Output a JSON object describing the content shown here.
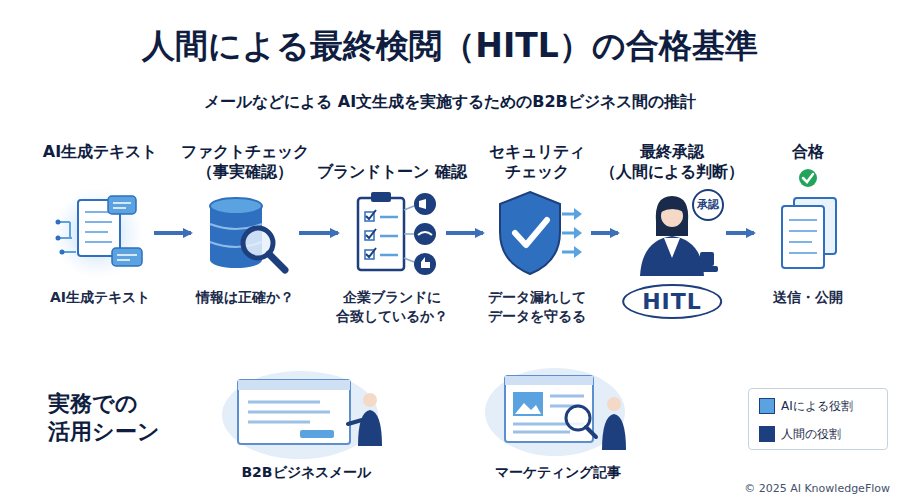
{
  "diagram": {
    "title": "人間による最終検閲（HITL）の合格基準",
    "caption": "メールなどによる AI文生成を実施するためのB2Bビジネス間の推計",
    "nodes": [
      {
        "text": [
          "AI生成テキスト",
          "AI生成テキスト"
        ]
      },
      {
        "text": [
          "ファクトチェック （事実確認）",
          "情報は正確か？"
        ]
      },
      {
        "text": [
          "ブランドトーン 確認",
          "企業ブランドに 合致しているか？"
        ]
      },
      {
        "text": [
          "セキュリティ チェック",
          "データ漏れして データを守るる"
        ]
      },
      {
        "text": [
          "最終承認 （人間による判断）",
          "HITL"
        ]
      },
      {
        "text": [
          "合格",
          "送信・公開"
        ]
      },
      {
        "text": [
          "B2Bビジネスメール"
        ]
      },
      {
        "text": [
          "マーケティング記事"
        ]
      }
    ],
    "edges": [
      {
        "from": 0,
        "to": 1,
        "arrow": "to"
      },
      {
        "from": 1,
        "to": 2,
        "arrow": "to"
      },
      {
        "from": 2,
        "to": 3,
        "arrow": "to"
      },
      {
        "from": 3,
        "to": 4,
        "arrow": "to"
      },
      {
        "from": 4,
        "to": 5,
        "arrow": "to"
      }
    ],
    "labels": [
      "承認",
      "実務での 活用シーン",
      "© 2025 AI KnowledgeFlow"
    ],
    "legend": [
      {
        "text": "AIによる役割",
        "color": "#5ba3e0"
      },
      {
        "text": "人間の役割",
        "color": "#1e3f7d"
      }
    ]
  }
}
